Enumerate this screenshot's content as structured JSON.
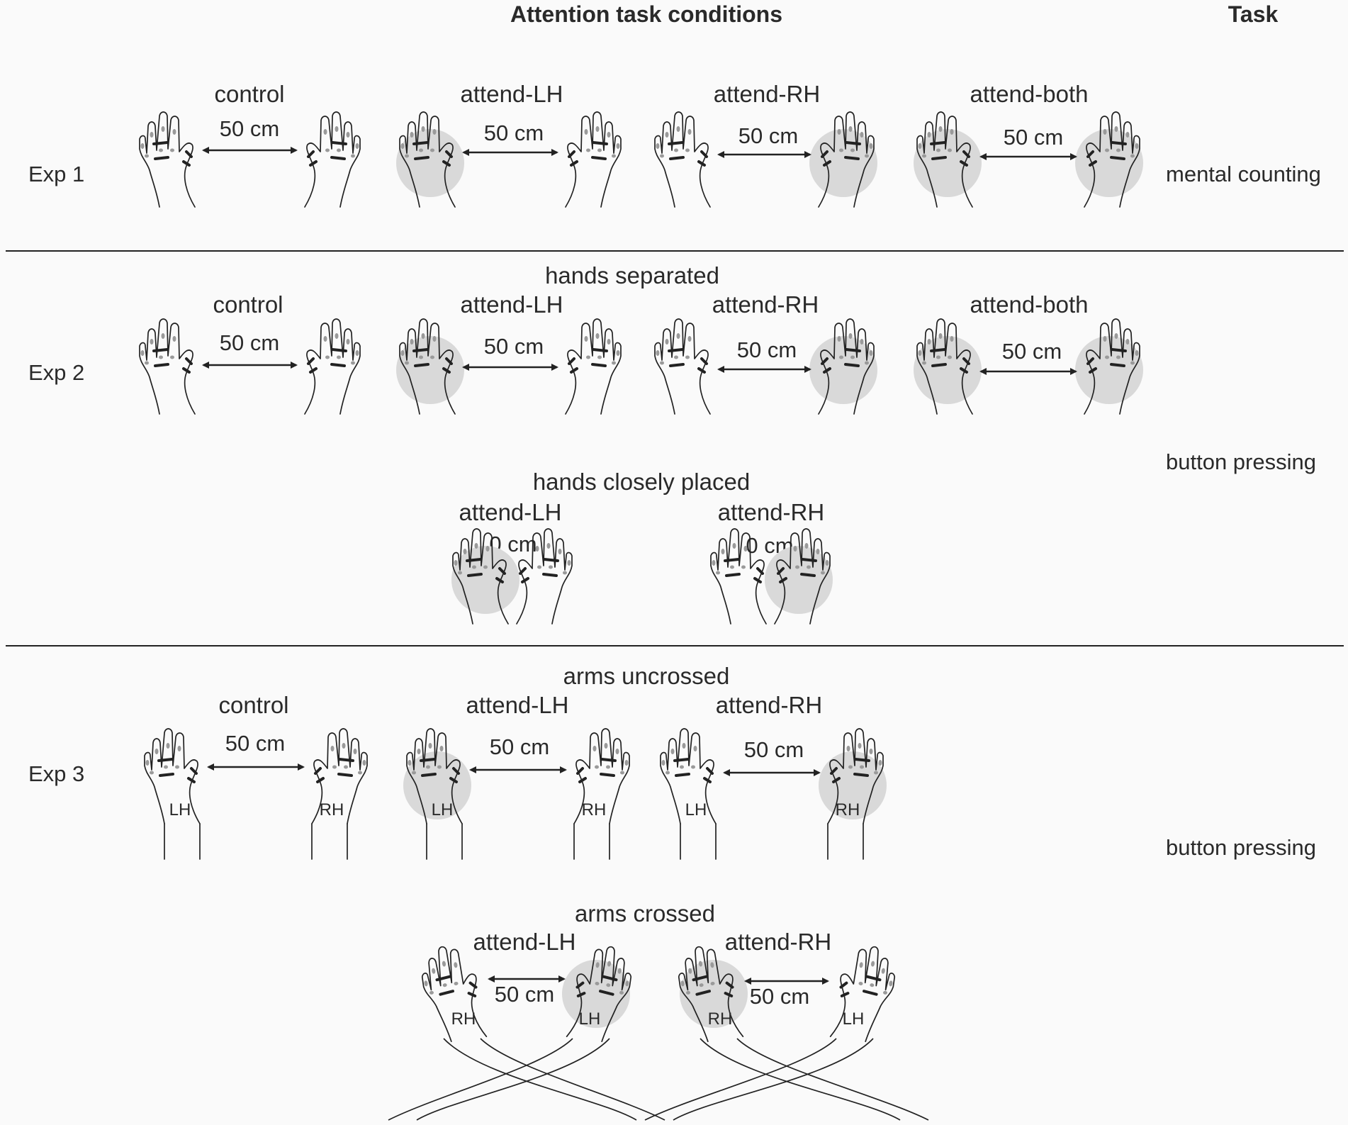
{
  "header": {
    "title": "Attention task conditions",
    "task_col": "Task"
  },
  "exp1": {
    "label": "Exp 1",
    "task": "mental counting",
    "conditions": [
      {
        "name": "control",
        "distance": "50 cm",
        "attend": "none"
      },
      {
        "name": "attend-LH",
        "distance": "50 cm",
        "attend": "left"
      },
      {
        "name": "attend-RH",
        "distance": "50 cm",
        "attend": "right"
      },
      {
        "name": "attend-both",
        "distance": "50 cm",
        "attend": "both"
      }
    ]
  },
  "exp2": {
    "label": "Exp 2",
    "task": "button pressing",
    "separated": {
      "title": "hands separated",
      "conditions": [
        {
          "name": "control",
          "distance": "50 cm",
          "attend": "none"
        },
        {
          "name": "attend-LH",
          "distance": "50 cm",
          "attend": "left"
        },
        {
          "name": "attend-RH",
          "distance": "50 cm",
          "attend": "right"
        },
        {
          "name": "attend-both",
          "distance": "50 cm",
          "attend": "both"
        }
      ]
    },
    "close": {
      "title": "hands closely placed",
      "conditions": [
        {
          "name": "attend-LH",
          "distance": "0 cm",
          "attend": "left"
        },
        {
          "name": "attend-RH",
          "distance": "0 cm",
          "attend": "right"
        }
      ]
    }
  },
  "exp3": {
    "label": "Exp 3",
    "task": "button pressing",
    "uncrossed": {
      "title": "arms uncrossed",
      "conditions": [
        {
          "name": "control",
          "distance": "50 cm",
          "attend": "none"
        },
        {
          "name": "attend-LH",
          "distance": "50 cm",
          "attend": "left"
        },
        {
          "name": "attend-RH",
          "distance": "50 cm",
          "attend": "right"
        }
      ]
    },
    "crossed": {
      "title": "arms crossed",
      "conditions": [
        {
          "name": "attend-LH",
          "distance": "50 cm",
          "attend": "left"
        },
        {
          "name": "attend-RH",
          "distance": "50 cm",
          "attend": "right"
        }
      ]
    },
    "hand_labels": {
      "left": "LH",
      "right": "RH"
    }
  },
  "colors": {
    "highlight": "#d9d9d9",
    "ink": "#222222",
    "background": "#fafafa"
  }
}
